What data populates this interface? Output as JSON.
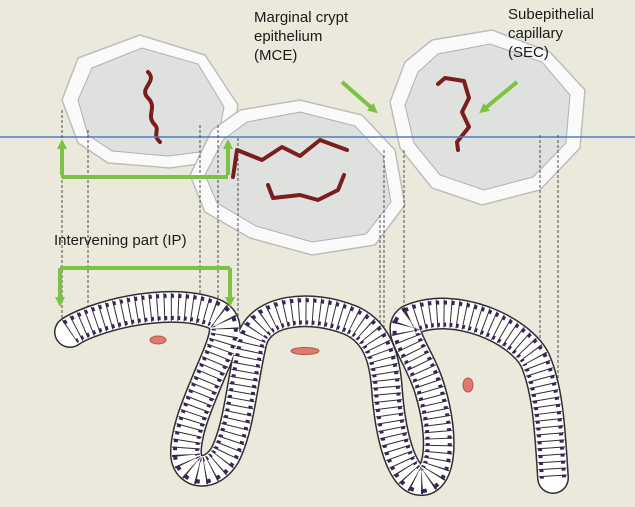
{
  "labels": {
    "mce": [
      "Marginal crypt",
      "epithelium",
      "(MCE)"
    ],
    "sec": [
      "Subepithelial",
      "capillary",
      "(SEC)"
    ],
    "ip": "Intervening part (IP)"
  },
  "colors": {
    "background": "#ebe8dc",
    "arrow": "#7dc242",
    "capillary": "#7a1d1d",
    "reference_line": "#4a7fc1",
    "nucleus": "#3a2456",
    "capillary_section": "#e07a70",
    "crypt_fill": "#dfe1df"
  }
}
